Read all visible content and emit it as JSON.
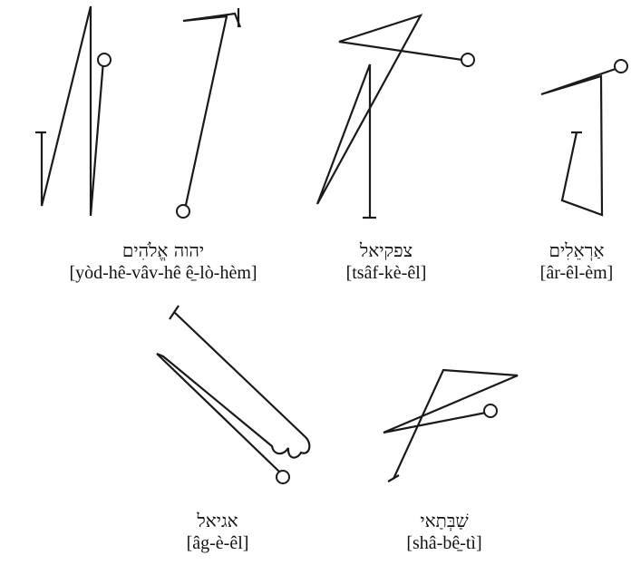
{
  "sigils": [
    {
      "id": "yhvh-elohim",
      "hebrew": "יהוה אֱלֹהִים",
      "transliteration": "[yòd-hê-vâv-hê ê̱-lò-hèm]"
    },
    {
      "id": "tsafkiel",
      "hebrew": "צפקיאל",
      "transliteration": "[tsâf-kè-êl]"
    },
    {
      "id": "aralim",
      "hebrew": "אַרְאֵלִים",
      "transliteration": "[âr-êl-èm]"
    },
    {
      "id": "agiel",
      "hebrew": "אגיאל",
      "transliteration": "[âg-è-êl]"
    },
    {
      "id": "shabbathai",
      "hebrew": "שַׁבְּתַאי",
      "transliteration": "[shâ-bê̱-tì]"
    }
  ]
}
